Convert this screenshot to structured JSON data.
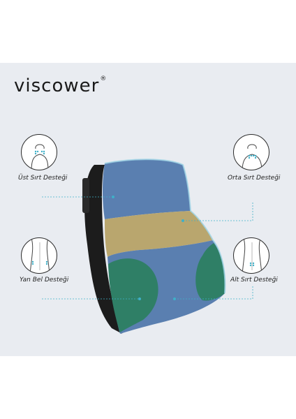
{
  "brand": {
    "name": "viscower",
    "registered": "®"
  },
  "zones": {
    "upper_back": {
      "label": "Üst Sırt Desteği"
    },
    "mid_back": {
      "label": "Orta Sırt Desteği"
    },
    "side_waist": {
      "label": "Yan Bel Desteği"
    },
    "lower_back": {
      "label": "Alt Sırt Desteği"
    }
  },
  "colors": {
    "background_panel": "#e9ecf1",
    "cushion_blue": "#5a7fb0",
    "cushion_band": "#b9a66e",
    "cushion_green": "#2f7f66",
    "cushion_edge": "#1c1c1c",
    "accent_dots": "#3fb0c8"
  }
}
